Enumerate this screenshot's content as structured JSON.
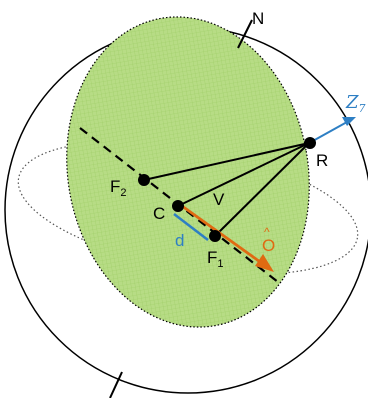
{
  "labels": {
    "north": "N",
    "zenith": "Z",
    "zenith_sub": "7",
    "receiver": "R",
    "focus2": "F",
    "focus2_sub": "2",
    "focus1": "F",
    "focus1_sub": "1",
    "center": "C",
    "vector": "V",
    "distance": "d",
    "direction": "O",
    "direction_hat": "^"
  },
  "colors": {
    "ellipse_fill": "#b7dc85",
    "ellipse_grid": "#9ccc63",
    "blue": "#2e7fc4",
    "orange": "#e06a12",
    "line": "#000000"
  }
}
